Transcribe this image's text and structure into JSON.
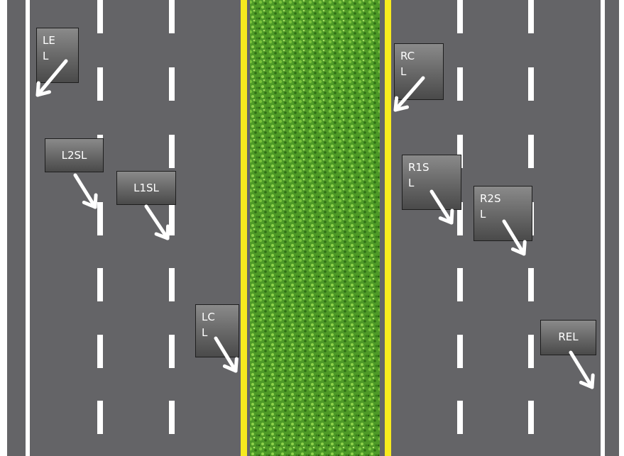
{
  "colors": {
    "asphalt": "#646467",
    "edge_line": "#ffffff",
    "lane_dash": "#ffffff",
    "center_line": "#f7ea1e",
    "median_grass": "#4e9a27",
    "label_bg": "#606060",
    "arrow": "#ffffff"
  },
  "labels": [
    {
      "id": "lel",
      "text": "LE\nL",
      "icon": "arrow-down-left-icon"
    },
    {
      "id": "l2sl",
      "text": "L2SL",
      "icon": "arrow-down-right-icon"
    },
    {
      "id": "l1sl",
      "text": "L1SL",
      "icon": "arrow-down-right-icon"
    },
    {
      "id": "lcl",
      "text": "LC\nL",
      "icon": "arrow-down-right-icon"
    },
    {
      "id": "rcl",
      "text": "RC\nL",
      "icon": "arrow-down-left-icon"
    },
    {
      "id": "r1sl",
      "text": "R1S\nL",
      "icon": "arrow-down-right-icon"
    },
    {
      "id": "r2sl",
      "text": "R2S\nL",
      "icon": "arrow-down-right-icon"
    },
    {
      "id": "rel",
      "text": "REL",
      "icon": "arrow-down-right-icon"
    }
  ]
}
